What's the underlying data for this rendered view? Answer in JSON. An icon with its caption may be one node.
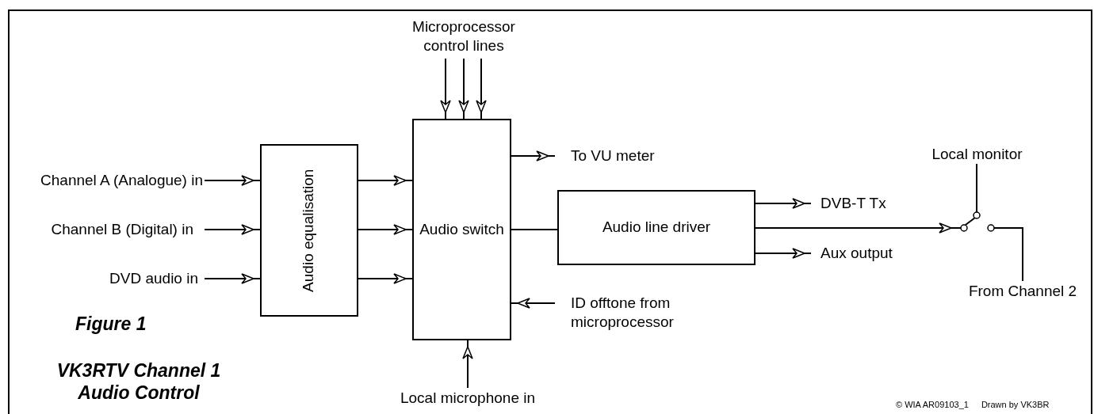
{
  "diagram": {
    "title": "Figure 1",
    "caption": "VK3RTV Channel 1 Audio Control",
    "nodes": [
      {
        "text": [
          "Microprocessor control lines"
        ]
      },
      {
        "text": [
          "Channel A (Analogue) in"
        ]
      },
      {
        "text": [
          "Channel B (Digital) in"
        ]
      },
      {
        "text": [
          "DVD audio in"
        ]
      },
      {
        "text": [
          "Audio equalisation"
        ]
      },
      {
        "text": [
          "Audio switch"
        ]
      },
      {
        "text": [
          "To VU meter"
        ]
      },
      {
        "text": [
          "Audio line driver"
        ]
      },
      {
        "text": [
          "DVB-T Tx"
        ]
      },
      {
        "text": [
          "Aux output"
        ]
      },
      {
        "text": [
          "ID offtone from microprocessor"
        ]
      },
      {
        "text": [
          "Local microphone in"
        ]
      },
      {
        "text": [],
        "shape": "switch"
      },
      {
        "text": [
          "Local monitor"
        ]
      },
      {
        "text": [
          "From Channel 2"
        ]
      }
    ],
    "edges": [
      {
        "from": 0,
        "to": 5,
        "arrow": "to"
      },
      {
        "from": 0,
        "to": 5,
        "arrow": "to"
      },
      {
        "from": 0,
        "to": 5,
        "arrow": "to"
      },
      {
        "from": 1,
        "to": 4,
        "arrow": "to"
      },
      {
        "from": 2,
        "to": 4,
        "arrow": "to"
      },
      {
        "from": 3,
        "to": 4,
        "arrow": "to"
      },
      {
        "from": 4,
        "to": 5,
        "arrow": "to"
      },
      {
        "from": 4,
        "to": 5,
        "arrow": "to"
      },
      {
        "from": 4,
        "to": 5,
        "arrow": "to"
      },
      {
        "from": 5,
        "to": 6,
        "arrow": "to"
      },
      {
        "from": 5,
        "to": 7,
        "arrow": "none"
      },
      {
        "from": 7,
        "to": 8,
        "arrow": "to"
      },
      {
        "from": 7,
        "to": 12,
        "arrow": "to"
      },
      {
        "from": 7,
        "to": 9,
        "arrow": "to"
      },
      {
        "from": 10,
        "to": 5,
        "arrow": "to"
      },
      {
        "from": 11,
        "to": 5,
        "arrow": "to"
      },
      {
        "from": 12,
        "to": 13,
        "arrow": "none"
      },
      {
        "from": 14,
        "to": 12,
        "arrow": "none"
      }
    ],
    "labels": [
      "© WIA AR09103_1",
      "Drawn by VK3BR"
    ]
  }
}
